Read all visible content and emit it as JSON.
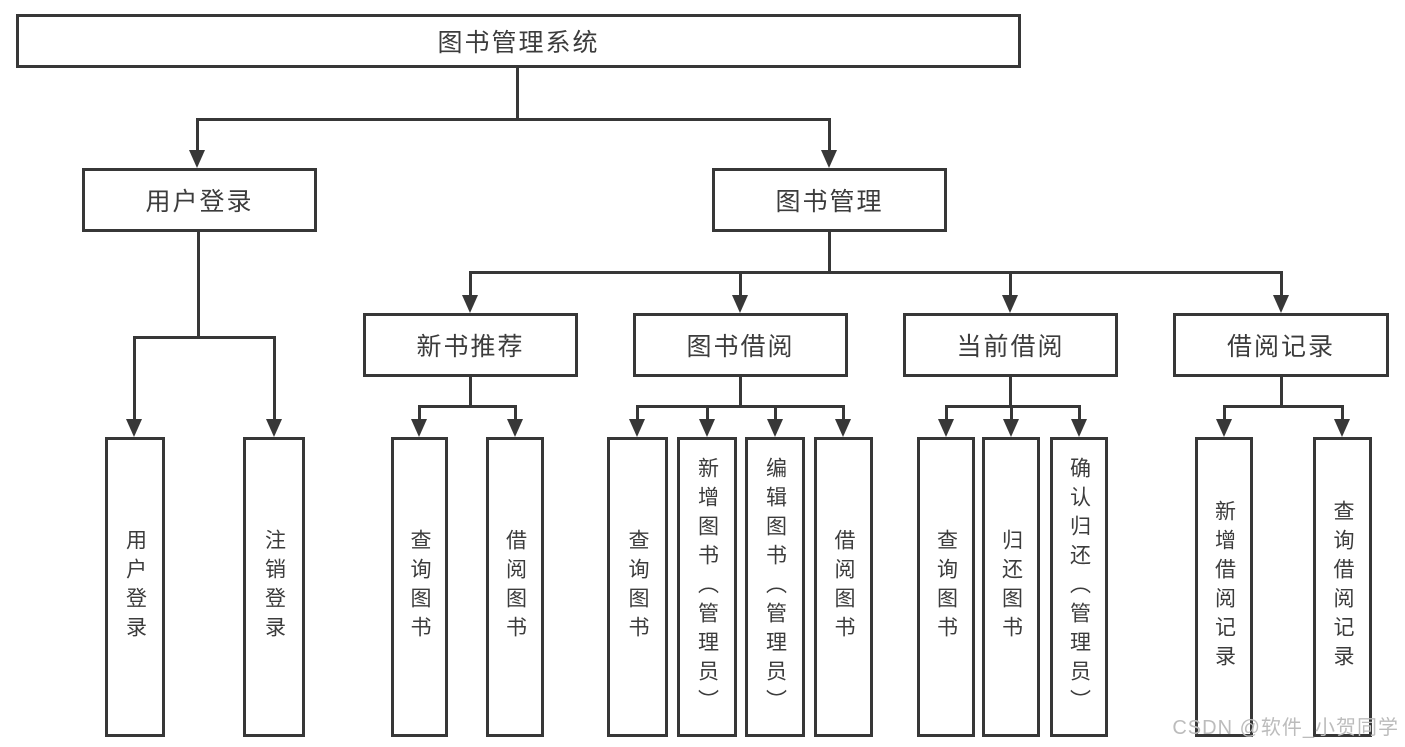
{
  "diagram": {
    "root": {
      "label": "图书管理系统"
    },
    "branches": [
      {
        "label": "用户登录",
        "children": [
          {
            "label": "用户登录"
          },
          {
            "label": "注销登录"
          }
        ]
      },
      {
        "label": "图书管理",
        "children": [
          {
            "label": "新书推荐",
            "children": [
              {
                "label": "查询图书"
              },
              {
                "label": "借阅图书"
              }
            ]
          },
          {
            "label": "图书借阅",
            "children": [
              {
                "label": "查询图书"
              },
              {
                "label": "新增图书（管理员）"
              },
              {
                "label": "编辑图书（管理员）"
              },
              {
                "label": "借阅图书"
              }
            ]
          },
          {
            "label": "当前借阅",
            "children": [
              {
                "label": "查询图书"
              },
              {
                "label": "归还图书"
              },
              {
                "label": "确认归还（管理员）"
              }
            ]
          },
          {
            "label": "借阅记录",
            "children": [
              {
                "label": "新增借阅记录"
              },
              {
                "label": "查询借阅记录"
              }
            ]
          }
        ]
      }
    ]
  },
  "watermark": "CSDN @软件_小贺同学",
  "colors": {
    "line": "#373737",
    "text": "#3c3c3c",
    "watermark": "#bcbcbc",
    "background": "#ffffff"
  }
}
